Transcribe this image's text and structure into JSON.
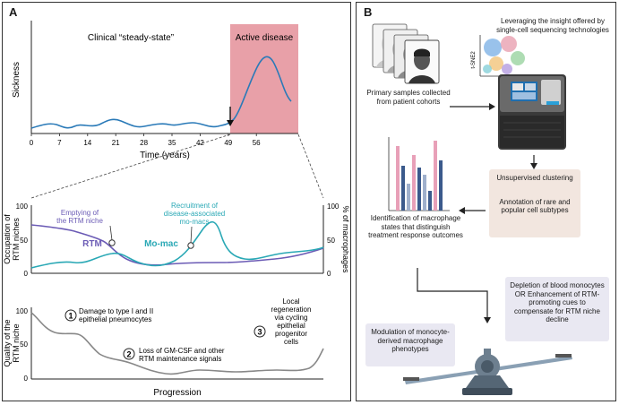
{
  "panelA": {
    "label": "A",
    "top": {
      "ylabel": "Sickness",
      "xlabel": "Time (years)",
      "xticks": [
        "0",
        "7",
        "14",
        "21",
        "28",
        "35",
        "42",
        "49",
        "56"
      ],
      "steady_label": "Clinical “steady-state”",
      "active_label": "Active disease"
    },
    "middle": {
      "ylabel_left": [
        "Occupation of",
        "RTM niches"
      ],
      "ylabel_right": "% of macrophages",
      "left_ticks": [
        "0",
        "50",
        "100"
      ],
      "right_ticks": [
        "0",
        "50",
        "100"
      ],
      "rtm_label": "RTM",
      "momac_label": "Mo-mac",
      "emptying_annot": [
        "Emptying of",
        "the RTM niche"
      ],
      "recruit_annot": [
        "Recruitment of",
        "disease-associated",
        "mo-macs"
      ],
      "colors": {
        "rtm": "#6b5bb5",
        "momac": "#29a8b5"
      }
    },
    "bottom": {
      "ylabel": [
        "Quality of the",
        "RTM niche"
      ],
      "xlabel": "Progression",
      "ticks": [
        "0",
        "50",
        "100"
      ],
      "steps": [
        {
          "num": "1",
          "text": [
            "Damage to type I and II",
            "epithelial pneumocytes"
          ]
        },
        {
          "num": "2",
          "text": [
            "Loss of GM-CSF and other",
            "RTM maintenance signals"
          ]
        },
        {
          "num": "3",
          "text": [
            "Local",
            "regeneration",
            "via cycling",
            "epithelial",
            "progenitor",
            "cells"
          ]
        }
      ]
    }
  },
  "panelB": {
    "label": "B",
    "insight": "Leveraging the insight offered by single-cell sequencing technologies",
    "tsne": "t-SNE2",
    "primary": "Primary samples collected from patient cohorts",
    "clustering": "Unsupervised clustering",
    "annotation": "Annotation of rare and popular cell subtypes",
    "identification": "Identification of macrophage states that distinguish treatment response outcomes",
    "depletion": "Depletion of blood monocytes OR Enhancement of RTM-promoting cues to compensate for RTM niche decline",
    "modulation": "Modulation of monocyte-derived macrophage phenotypes"
  }
}
